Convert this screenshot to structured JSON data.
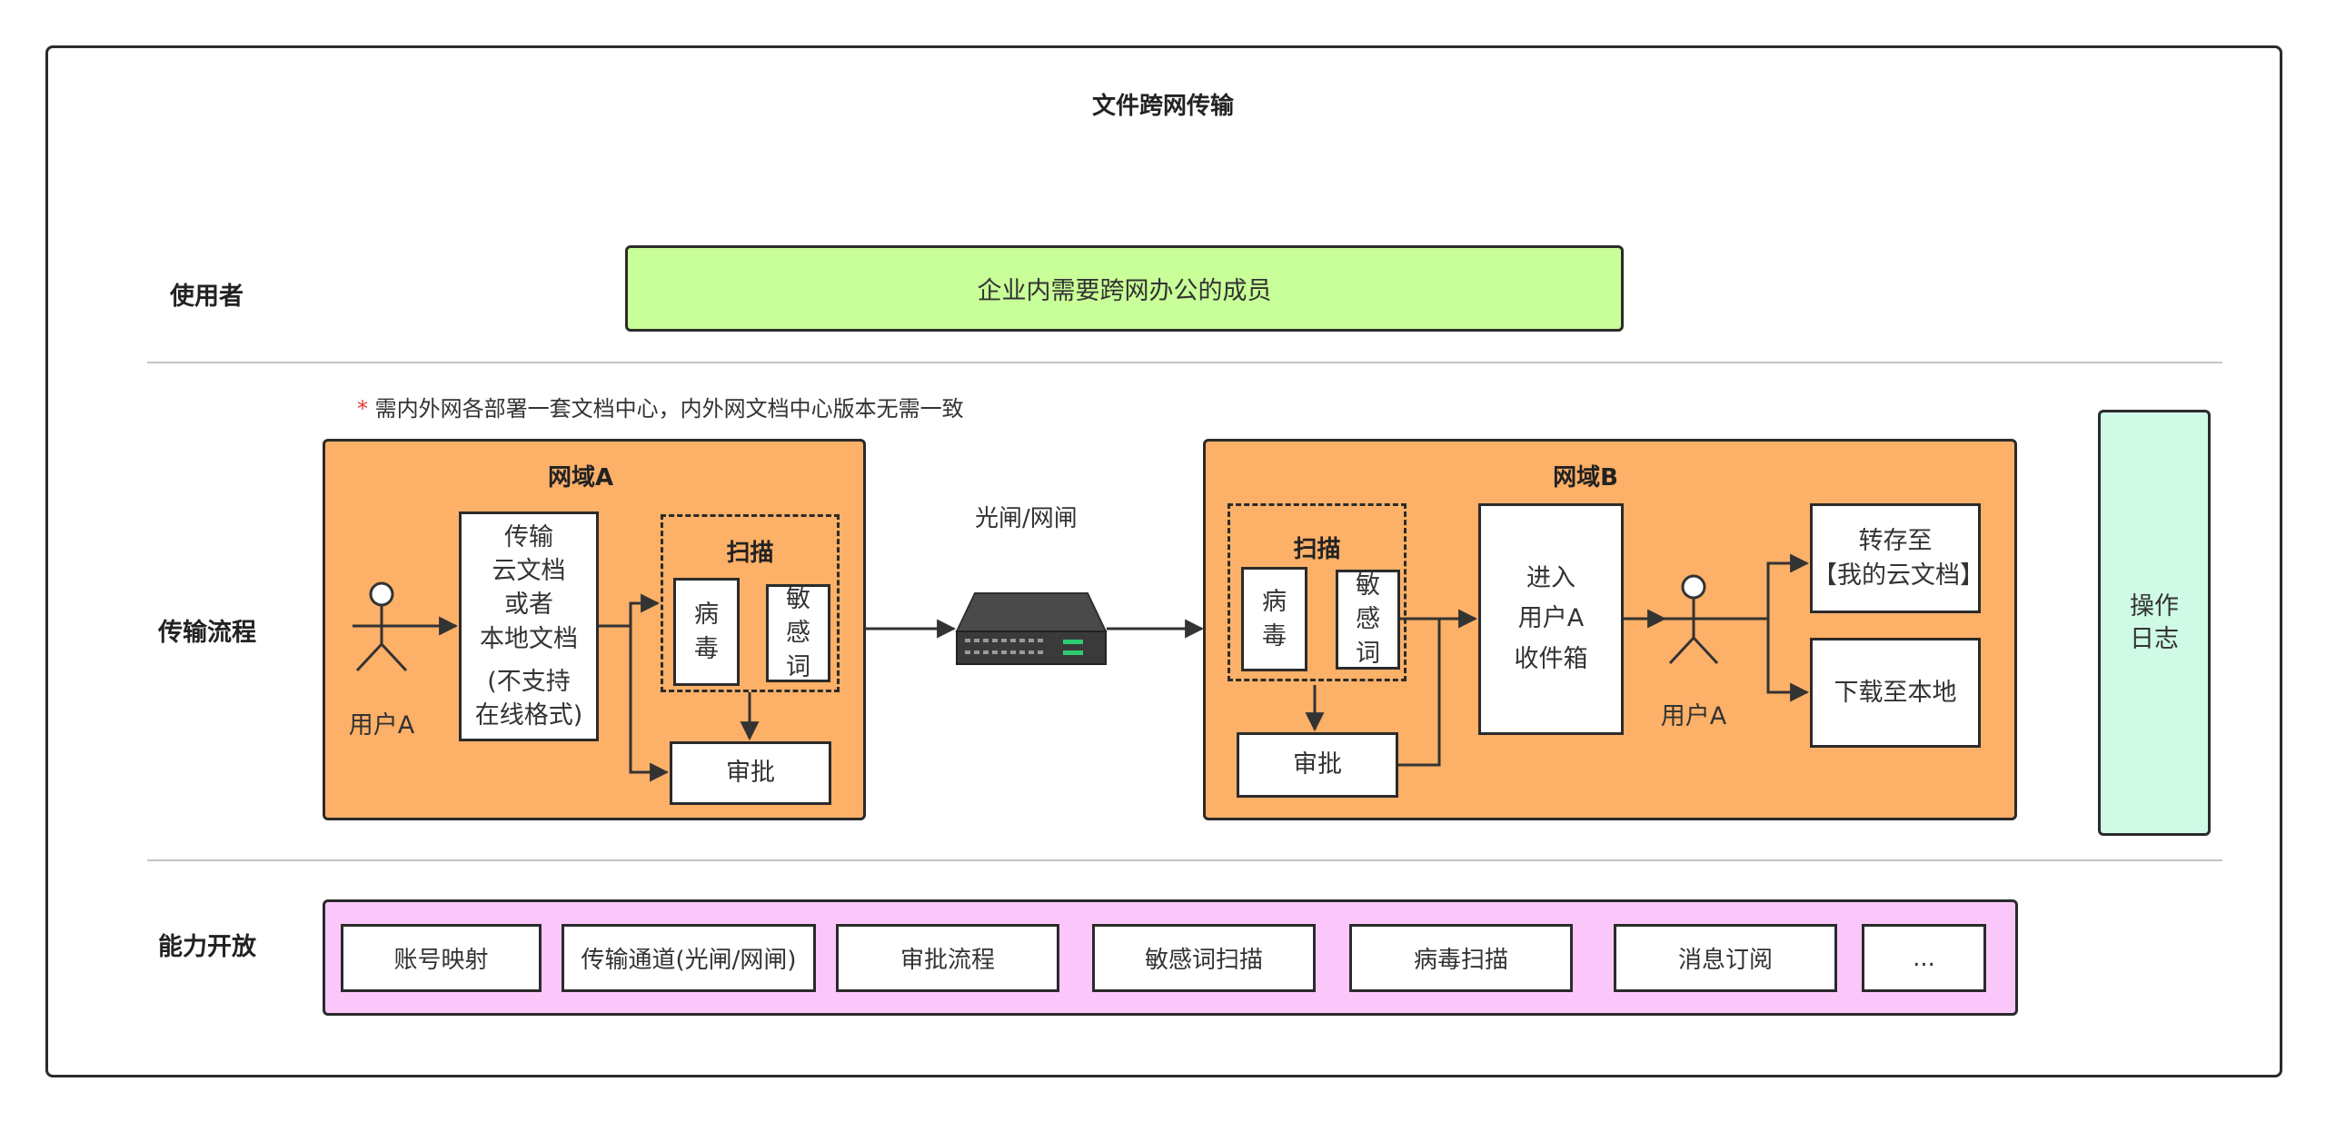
{
  "title": "文件跨网传输",
  "rows": {
    "users": "使用者",
    "flow": "传输流程",
    "capabilities": "能力开放"
  },
  "users_box": "企业内需要跨网办公的成员",
  "note": {
    "star": "*",
    "text": "需内外网各部署一套文档中心，内外网文档中心版本无需一致"
  },
  "domain_a": {
    "title": "网域A",
    "actor": "用户A",
    "transfer_lines": [
      "传输",
      "云文档",
      "或者",
      "本地文档"
    ],
    "transfer_note_lines": [
      "(不支持",
      "在线格式)"
    ],
    "scan": {
      "title": "扫描",
      "virus": [
        "病",
        "毒"
      ],
      "sensitive": [
        "敏",
        "感",
        "词"
      ]
    },
    "approval": "审批"
  },
  "gateway_label": "光闸/网闸",
  "domain_b": {
    "title": "网域B",
    "scan": {
      "title": "扫描",
      "virus": [
        "病",
        "毒"
      ],
      "sensitive": [
        "敏",
        "感",
        "词"
      ]
    },
    "approval": "审批",
    "inbox_lines": [
      "进入",
      "用户A",
      "收件箱"
    ],
    "actor": "用户A",
    "save_lines": [
      "转存至",
      "【我的云文档】"
    ],
    "download": "下载至本地"
  },
  "log_lines": [
    "操作",
    "日志"
  ],
  "capabilities": [
    "账号映射",
    "传输通道(光闸/网闸)",
    "审批流程",
    "敏感词扫描",
    "病毒扫描",
    "消息订阅",
    "..."
  ],
  "colors": {
    "users_box": "#c9ff98",
    "domain": "#fdb067",
    "log": "#cffbe6",
    "capabilities": "#fbc7fb",
    "star": "#e53935"
  }
}
